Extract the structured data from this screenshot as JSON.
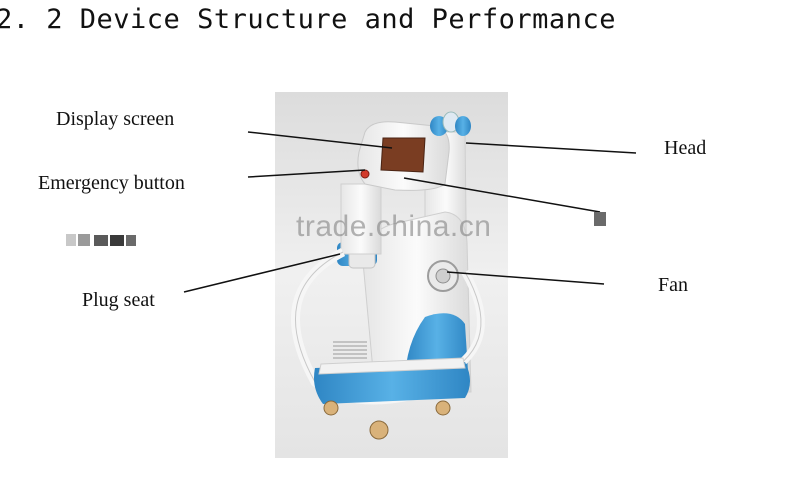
{
  "heading": "2. 2 Device Structure and Performance",
  "labels": {
    "display_screen": "Display screen",
    "emergency_button": "Emergency button",
    "plug_seat": "Plug seat",
    "head": "Head",
    "fan": "Fan"
  },
  "watermark": "trade.china.cn",
  "colors": {
    "device_body": "#f4f4f4",
    "accent_blue": "#3d9ad6",
    "photo_background": "#e9e9e9"
  }
}
